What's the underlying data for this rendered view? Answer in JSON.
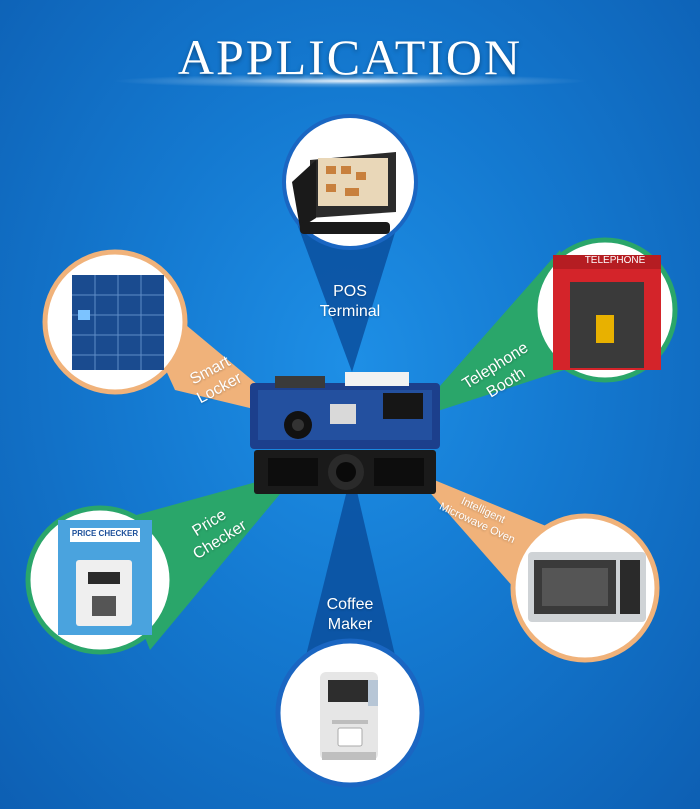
{
  "title": "APPLICATION",
  "colors": {
    "background": "#1479d0",
    "pos_beam": "#0b4f9e",
    "telephone_beam": "#2aa66a",
    "smart_locker_beam": "#f0b27a",
    "price_checker_beam": "#2aa66a",
    "microwave_beam": "#f0b27a",
    "coffee_beam": "#0b4f9e"
  },
  "applications": [
    {
      "id": "pos-terminal",
      "label": "POS\nTerminal",
      "icon": "pos-terminal-icon"
    },
    {
      "id": "telephone-booth",
      "label": "Telephone\nBooth",
      "icon": "telephone-booth-icon",
      "sign_text": "TELEPHONE"
    },
    {
      "id": "smart-locker",
      "label": "Smart\nLocker",
      "icon": "smart-locker-icon"
    },
    {
      "id": "price-checker",
      "label": "Price\nChecker",
      "icon": "price-checker-icon",
      "sign_text": "PRICE CHECKER"
    },
    {
      "id": "intelligent-microwave-oven",
      "label": "Intelligent\nMicrowave Oven",
      "icon": "microwave-oven-icon"
    },
    {
      "id": "coffee-maker",
      "label": "Coffee\nMaker",
      "icon": "coffee-maker-icon"
    }
  ],
  "center_device": {
    "icon": "barcode-scanner-module-icon"
  }
}
